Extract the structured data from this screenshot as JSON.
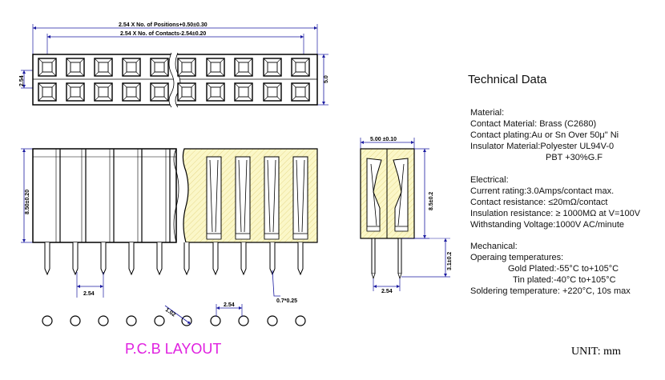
{
  "dimensions": {
    "positions_formula": "2.54 X No. of Positions+0.50±0.30",
    "contacts_formula": "2.54 X No. of Contacts-2.54±0.20",
    "top_height": "2.54",
    "top_width": "5.0",
    "side_height": "8.50±0.20",
    "pin_pitch": "2.54",
    "pin_width": "0.7*0.25",
    "end_width": "5.00  ±0.10",
    "end_height": "8.5±0.2",
    "pin_length": "3.1±0.2",
    "end_pitch": "2.54",
    "pcb_hole": "1.02",
    "pcb_pitch": "2.54"
  },
  "tech": {
    "title": "Technical Data",
    "material_header": "Material:",
    "contact_material": "Contact Material: Brass (C2680)",
    "contact_plating": "Contact plating:Au or Sn Over 50μ\"  Ni",
    "insulator_material": "Insulator Material:Polyester UL94V-0",
    "insulator_extra": "PBT +30%G.F",
    "electrical_header": "Electrical:",
    "current_rating": "Current rating:3.0Amps/contact max.",
    "contact_resistance": "Contact resistance: ≤20mΩ/contact",
    "insulation_resistance": "Insulation resistance: ≥ 1000MΩ at V=100V",
    "withstanding_voltage": "Withstanding Voltage:1000V AC/minute",
    "mechanical_header": "Mechanical:",
    "operating_temps": "Operaing temperatures:",
    "gold_plated": "Gold Plated:-55°C to+105°C",
    "tin_plated": "Tin plated:-40°C to+105°C",
    "soldering_temp": "Soldering temperature: +220°C, 10s max"
  },
  "labels": {
    "pcb_layout": "P.C.B LAYOUT",
    "unit": "UNIT: mm"
  },
  "colors": {
    "pcb_label": "#e020e0",
    "dimension_line": "#1a1aa0",
    "hatch_fill": "#fbf7c8"
  }
}
